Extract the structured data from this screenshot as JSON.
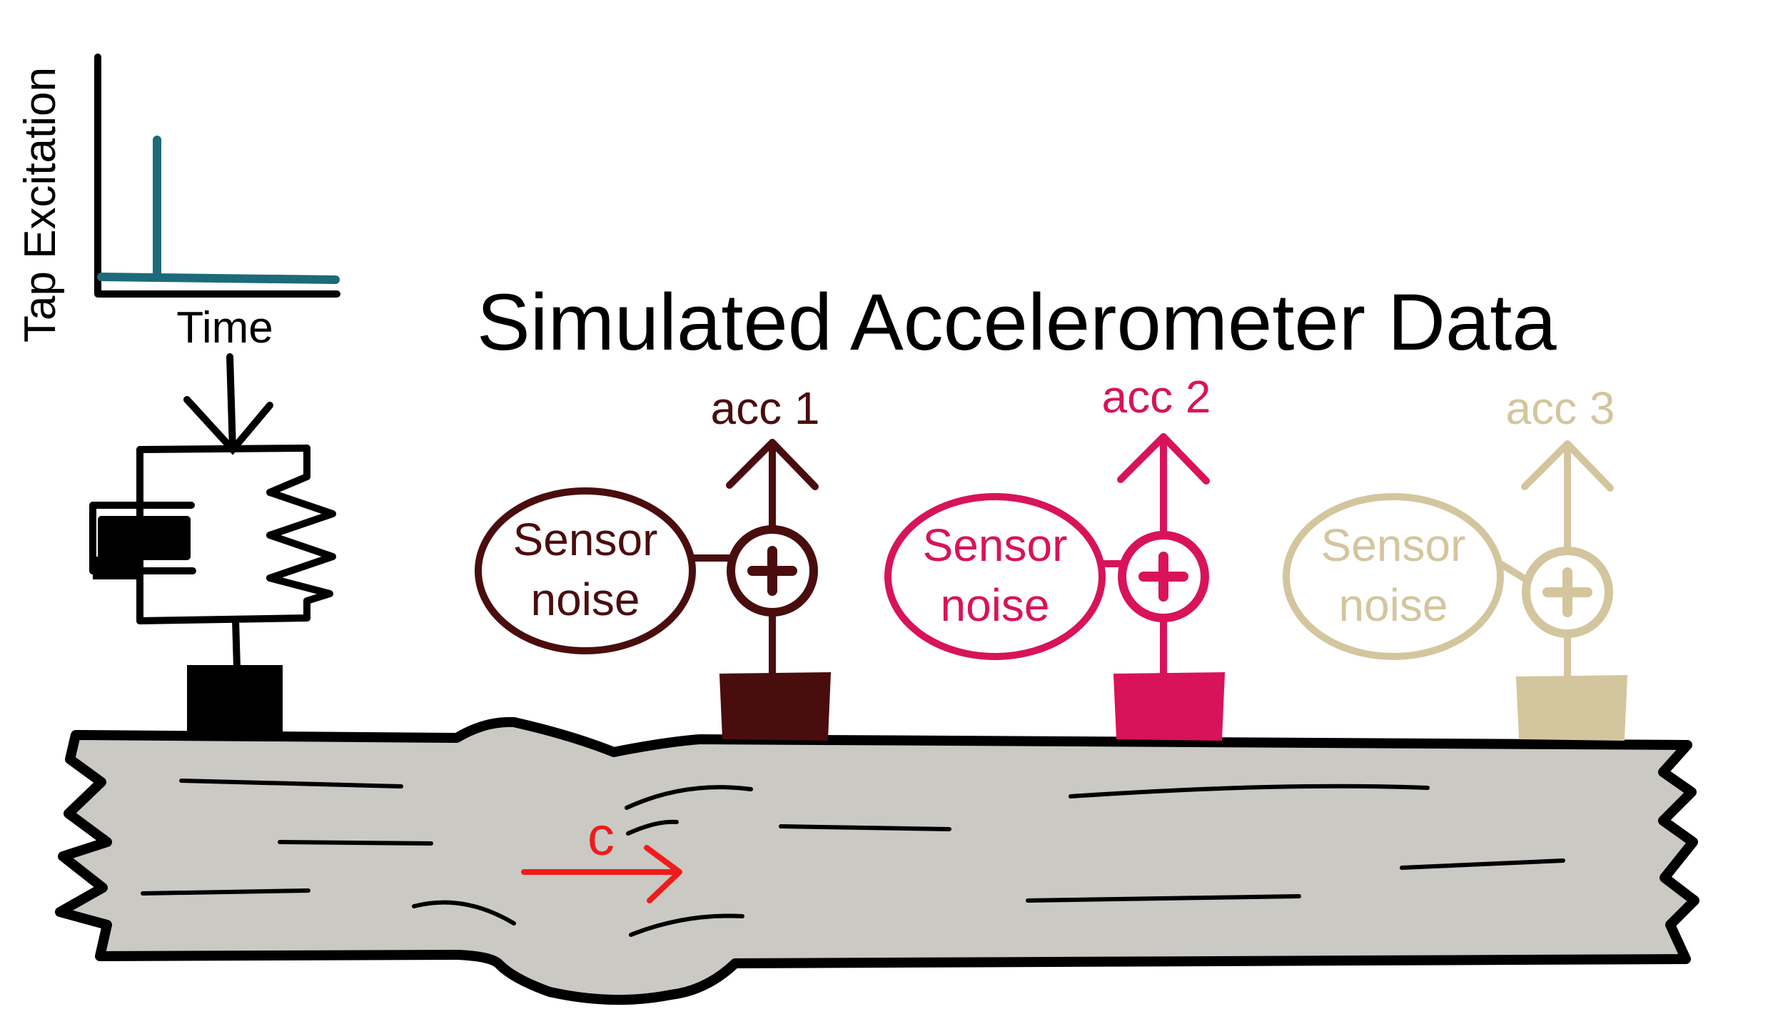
{
  "title": "Simulated Accelerometer Data",
  "excitation_plot": {
    "ylabel": "Tap Excitation",
    "xlabel": "Time"
  },
  "wave_label": "c",
  "colors": {
    "ink": "#000000",
    "plot_line": "#1d6b78",
    "beam": "#cac9c4",
    "wave": "#ef1b1b",
    "acc1": "#4a0d0e",
    "acc2": "#d8135a",
    "acc3": "#d3c69e"
  },
  "sensors": [
    {
      "id": "acc1",
      "label": "acc 1",
      "noise_line1": "Sensor",
      "noise_line2": "noise",
      "color": "#4a0d0e"
    },
    {
      "id": "acc2",
      "label": "acc 2",
      "noise_line1": "Sensor",
      "noise_line2": "noise",
      "color": "#d8135a"
    },
    {
      "id": "acc3",
      "label": "acc 3",
      "noise_line1": "Sensor",
      "noise_line2": "noise",
      "color": "#d3c69e"
    }
  ]
}
